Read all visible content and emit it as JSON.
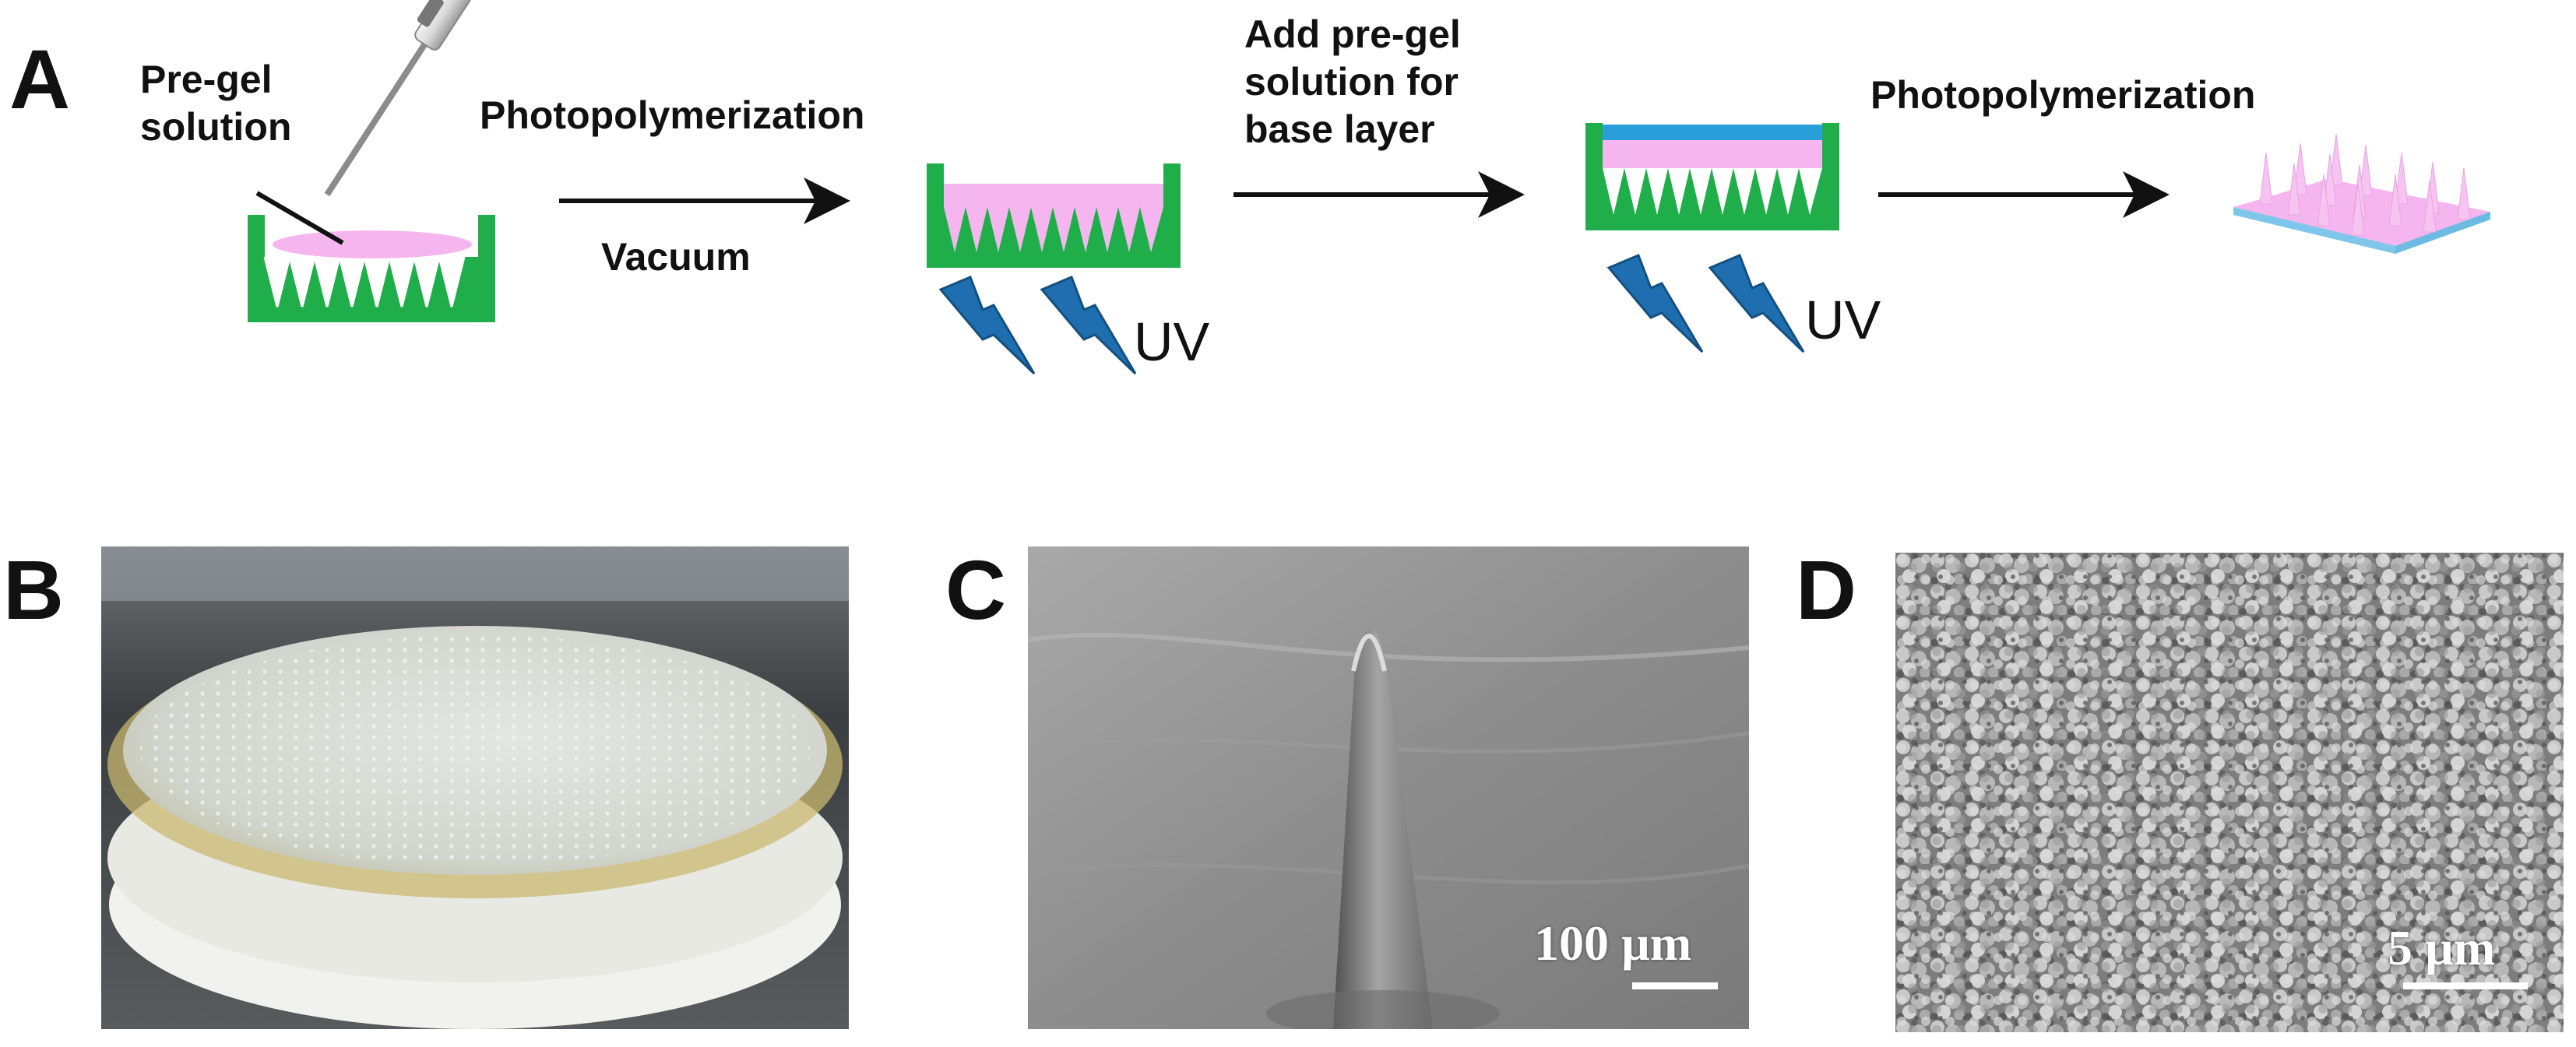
{
  "panels": {
    "a": "A",
    "b": "B",
    "c": "C",
    "d": "D"
  },
  "schematic": {
    "pregel_label_line1": "Pre-gel",
    "pregel_label_line2": "solution",
    "step1_top": "Photopolymerization",
    "step1_bottom": "Vacuum",
    "step2_line1": "Add pre-gel",
    "step2_line2": "solution for",
    "step2_line3": "base layer",
    "step3_top": "Photopolymerization",
    "uv_label": "UV",
    "colors": {
      "mold_green": "#1fae4a",
      "pregel_pink": "#f5b6ef",
      "base_blue": "#2a9ed8",
      "uv_blue": "#1f6fb0",
      "arrow_black": "#111111"
    }
  },
  "scale_bars": {
    "c": "100 µm",
    "d": "5 µm"
  }
}
